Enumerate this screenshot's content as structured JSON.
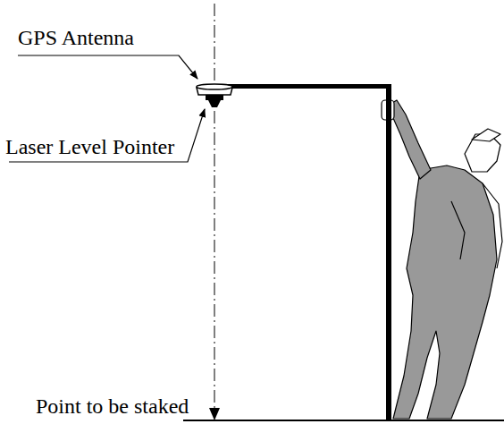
{
  "diagram": {
    "labels": [
      "GPS Antenna",
      "Laser Level Pointer",
      "Point to be staked"
    ]
  }
}
